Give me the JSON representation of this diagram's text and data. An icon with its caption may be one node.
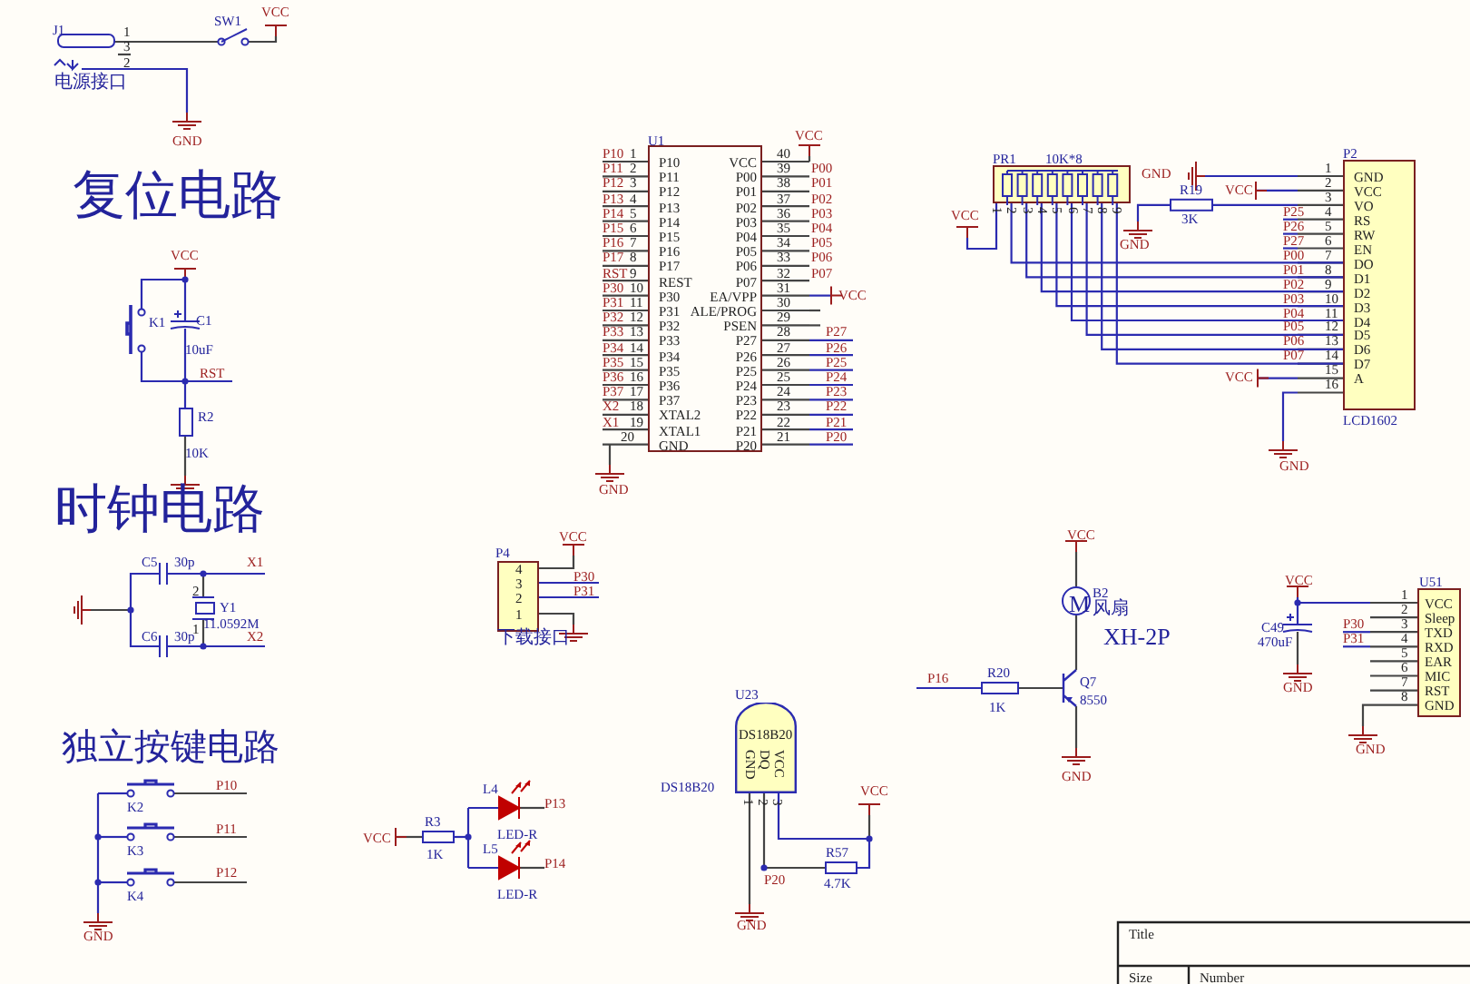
{
  "diagram": {
    "nodes": [
      {
        "text": [
          "P10",
          "P11",
          "P12",
          "P13",
          "P14",
          "P15",
          "P16",
          "P17",
          "REST",
          "P30",
          "P31",
          "P32",
          "P33",
          "P34",
          "P35",
          "P36",
          "P37",
          "XTAL2",
          "XTAL1",
          "GND",
          "VCC",
          "P00",
          "P01",
          "P02",
          "P03",
          "P04",
          "P05",
          "P06",
          "P07",
          "EA/VPP",
          "ALE/PROG",
          "PSEN",
          "P27",
          "P26",
          "P25",
          "P24",
          "P23",
          "P22",
          "P21",
          "P20"
        ],
        "beside": [
          "U1"
        ]
      },
      {
        "text": [
          "GND",
          "VCC",
          "VO",
          "RS",
          "RW",
          "EN",
          "DO",
          "D1",
          "D2",
          "D3",
          "D4",
          "D5",
          "D6",
          "D7",
          "A"
        ],
        "beside": [
          "P2",
          "LCD1602"
        ]
      },
      {
        "text": [],
        "shape": "box",
        "beside": [
          "PR1",
          "10K*8"
        ]
      },
      {
        "text": [
          "4",
          "3",
          "2",
          "1"
        ],
        "beside": [
          "P4",
          "下载接口"
        ]
      },
      {
        "text": [
          "DS18B20",
          "GND",
          "DQ",
          "VCC"
        ],
        "beside": [
          "U23",
          "DS18B20"
        ]
      },
      {
        "text": [
          "VCC",
          "Sleep",
          "TXD",
          "RXD",
          "EAR",
          "MIC",
          "RST",
          "GND"
        ],
        "beside": [
          "U51"
        ]
      },
      {
        "text": [
          "M"
        ],
        "beside": [
          "B2",
          "风扇"
        ]
      }
    ],
    "edges": [
      {
        "from": 2,
        "to": 1,
        "arrow": "none"
      },
      {
        "from": 2,
        "to": 1,
        "arrow": "none"
      },
      {
        "from": 2,
        "to": 1,
        "arrow": "none"
      },
      {
        "from": 2,
        "to": 1,
        "arrow": "none"
      },
      {
        "from": 2,
        "to": 1,
        "arrow": "none"
      },
      {
        "from": 2,
        "to": 1,
        "arrow": "none"
      },
      {
        "from": 2,
        "to": 1,
        "arrow": "none"
      },
      {
        "from": 2,
        "to": 1,
        "arrow": "none"
      }
    ],
    "labels": [
      "J1",
      "1",
      "3",
      "2",
      "SW1",
      "VCC",
      "电源接口",
      "GND",
      "复位电路",
      "VCC",
      "K1",
      "C1",
      "10uF",
      "RST",
      "R2",
      "10K",
      "时钟电路",
      "C5",
      "30p",
      "X1",
      "2",
      "Y1",
      "11.0592M",
      "1",
      "C6",
      "30p",
      "X2",
      "独立按键电路",
      "P10",
      "K2",
      "P11",
      "K3",
      "P12",
      "K4",
      "GND",
      "VCC",
      "R3",
      "1K",
      "L4",
      "P13",
      "LED-R",
      "L5",
      "P14",
      "LED-R",
      "VCC",
      "P30",
      "P31",
      "VCC",
      "P10",
      "1",
      "P11",
      "2",
      "P12",
      "3",
      "P13",
      "4",
      "P14",
      "5",
      "P15",
      "6",
      "P16",
      "7",
      "P17",
      "8",
      "RST",
      "9",
      "P30",
      "10",
      "P31",
      "11",
      "P32",
      "12",
      "P33",
      "13",
      "P34",
      "14",
      "P35",
      "15",
      "P36",
      "16",
      "P37",
      "17",
      "X2",
      "18",
      "X1",
      "19",
      "20",
      "40",
      "39",
      "P00",
      "38",
      "P01",
      "37",
      "P02",
      "36",
      "P03",
      "35",
      "P04",
      "34",
      "P05",
      "33",
      "P06",
      "32",
      "P07",
      "31",
      "VCC",
      "30",
      "29",
      "28",
      "P27",
      "27",
      "P26",
      "26",
      "P25",
      "25",
      "P24",
      "24",
      "P23",
      "23",
      "P22",
      "22",
      "P21",
      "21",
      "P20",
      "GND",
      "1",
      "2",
      "3",
      "4",
      "5",
      "6",
      "7",
      "8",
      "9",
      "VCC",
      "GND",
      "R19",
      "VCC",
      "3K",
      "GND",
      "1",
      "2",
      "3",
      "P25",
      "4",
      "P26",
      "5",
      "P27",
      "6",
      "P00",
      "7",
      "P01",
      "8",
      "P02",
      "9",
      "P03",
      "10",
      "P04",
      "11",
      "P05",
      "12",
      "P06",
      "13",
      "P07",
      "14",
      "VCC",
      "15",
      "16",
      "GND",
      "VCC",
      "XH-2P",
      "P16",
      "R20",
      "1K",
      "Q7",
      "8550",
      "GND",
      "1",
      "2",
      "3",
      "VCC",
      "R57",
      "P20",
      "4.7K",
      "GND",
      "VCC",
      "C49",
      "470uF",
      "GND",
      "1",
      "2",
      "P30",
      "3",
      "P31",
      "4",
      "5",
      "6",
      "7",
      "8",
      "GND",
      "Title",
      "Size",
      "Number"
    ]
  }
}
